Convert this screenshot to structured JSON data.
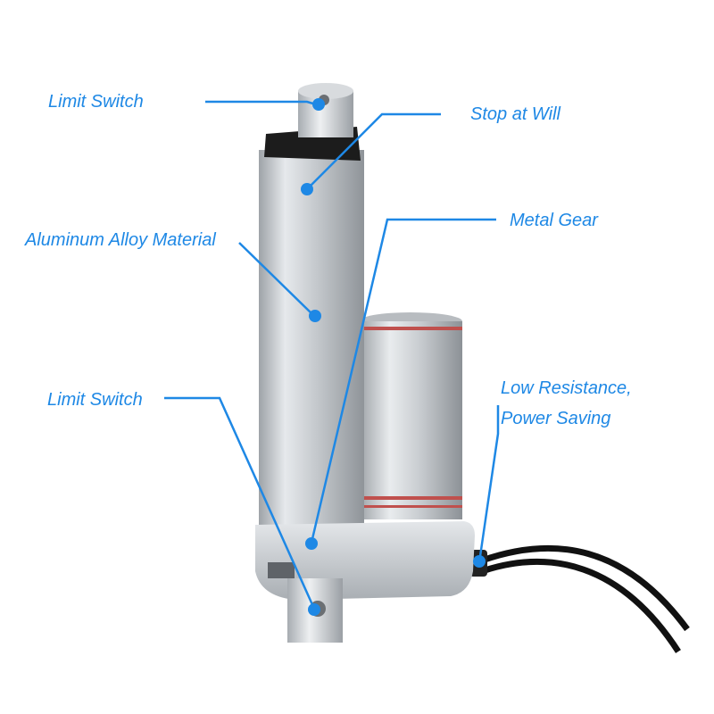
{
  "colors": {
    "callout": "#1e88e5",
    "body_metal": "#c9cdd1",
    "cable": "#111111",
    "seal_ring": "#c0504d"
  },
  "labels": {
    "limit_switch_top": "Limit Switch",
    "stop_at_will": "Stop at Will",
    "metal_gear": "Metal Gear",
    "aluminum_alloy": "Aluminum Alloy Material",
    "limit_switch_bottom": "Limit Switch",
    "low_resistance_line1": "Low Resistance,",
    "low_resistance_line2": "Power Saving"
  }
}
